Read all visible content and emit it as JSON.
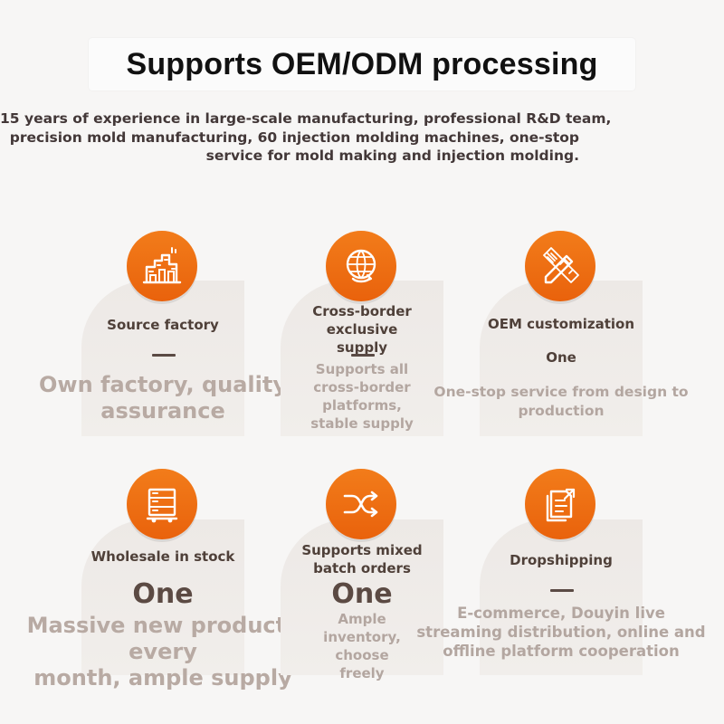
{
  "header": {
    "title": "Supports OEM/ODM processing"
  },
  "intro": {
    "lines": [
      "15 years of experience in large-scale manufacturing, professional R&D team,",
      "precision mold manufacturing, 60 injection molding machines, one-stop",
      "service for mold making and injection molding."
    ]
  },
  "features": [
    {
      "icon": "factory-icon",
      "title": "Source factory",
      "divider": "—",
      "desc_lines": [
        "Own factory, quality",
        "assurance"
      ]
    },
    {
      "icon": "globe-icon",
      "title_lines": [
        "Cross-border",
        "exclusive",
        "supply"
      ],
      "divider": "—",
      "desc_lines": [
        "Supports all",
        "cross-border",
        "platforms,",
        "stable supply"
      ]
    },
    {
      "icon": "pencil-ruler-icon",
      "title": "OEM customization",
      "subtitle": "One",
      "desc_lines": [
        "One-stop service from design to",
        "production"
      ]
    },
    {
      "icon": "stock-cart-icon",
      "title": "Wholesale in stock",
      "subtitle": "One",
      "desc_lines": [
        "Massive new products every",
        "month, ample supply"
      ]
    },
    {
      "icon": "shuffle-icon",
      "title_lines": [
        "Supports mixed",
        "batch orders"
      ],
      "subtitle": "One",
      "desc_lines": [
        "Ample",
        "inventory,",
        "choose",
        "freely"
      ]
    },
    {
      "icon": "document-share-icon",
      "title": "Dropshipping",
      "divider": "—",
      "desc_lines": [
        "E-commerce, Douyin live",
        "streaming distribution, online and",
        "offline platform cooperation"
      ]
    }
  ],
  "colors": {
    "accent": "#F06C11",
    "card_bg": "#EEEAE7",
    "title_text": "#111111",
    "desc_text": "#B7AAA4"
  }
}
